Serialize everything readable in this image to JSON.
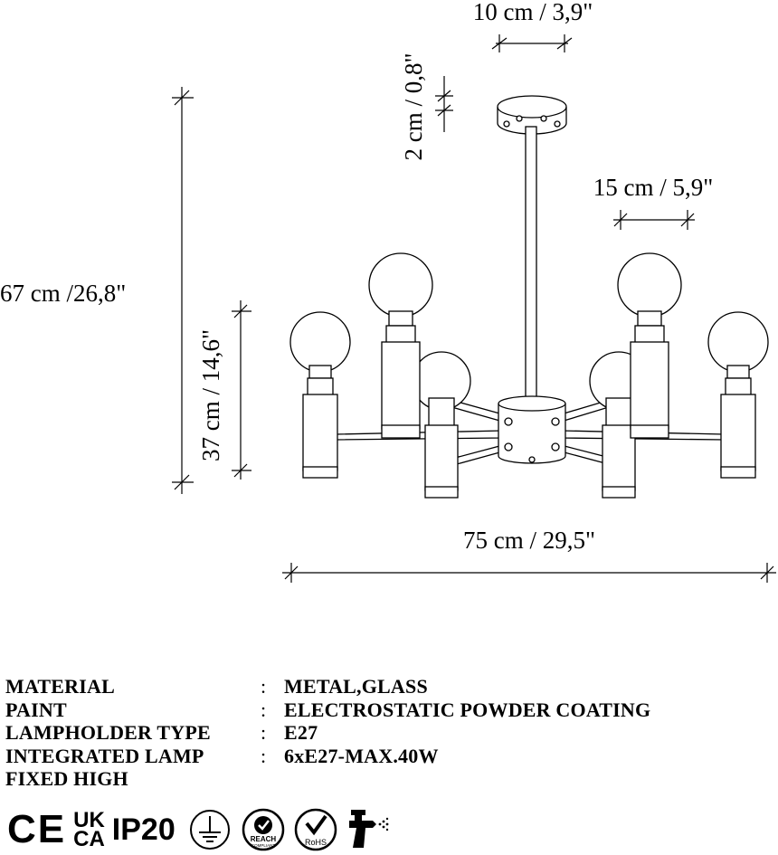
{
  "dimensions": {
    "canopy_width": "10 cm / 3,9\"",
    "canopy_height": "2 cm / 0,8\"",
    "total_height": "67 cm /26,8\"",
    "body_height": "37 cm / 14,6\"",
    "globe_width": "15 cm / 5,9\"",
    "total_width": "75 cm / 29,5\""
  },
  "specs": [
    {
      "label": "MATERIAL",
      "sep": ":",
      "value": "METAL,GLASS"
    },
    {
      "label": "PAINT",
      "sep": ":",
      "value": "ELECTROSTATIC POWDER COATING"
    },
    {
      "label": "LAMPHOLDER TYPE",
      "sep": ":",
      "value": "E27"
    },
    {
      "label": "INTEGRATED LAMP",
      "sep": ":",
      "value": "6xE27-MAX.40W"
    },
    {
      "label": "FIXED HIGH",
      "sep": "",
      "value": ""
    }
  ],
  "certifications": {
    "ce": "CE",
    "ukca_top": "UK",
    "ukca_bottom": "CA",
    "ip": "IP20",
    "reach": "REACH",
    "reach_sub": "COMPLIANT",
    "rohs": "RoHS"
  }
}
